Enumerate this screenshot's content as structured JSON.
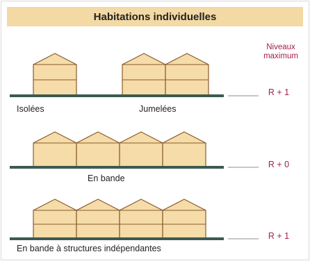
{
  "title": "Habitations individuelles",
  "levels_header": "Niveaux maximum",
  "rows": [
    {
      "labels": [
        "Isolées",
        "Jumelées"
      ],
      "level": "R + 1"
    },
    {
      "labels": [
        "En bande"
      ],
      "level": "R + 0"
    },
    {
      "labels": [
        "En bande à structures indépendantes"
      ],
      "level": "R + 1"
    }
  ],
  "colors": {
    "title_bg": "#f3d9a4",
    "house_fill": "#f5dca8",
    "house_stroke": "#8a5a2b",
    "ground": "#3c5a50",
    "accent": "#a3204a",
    "leader": "#8c8c8c"
  }
}
